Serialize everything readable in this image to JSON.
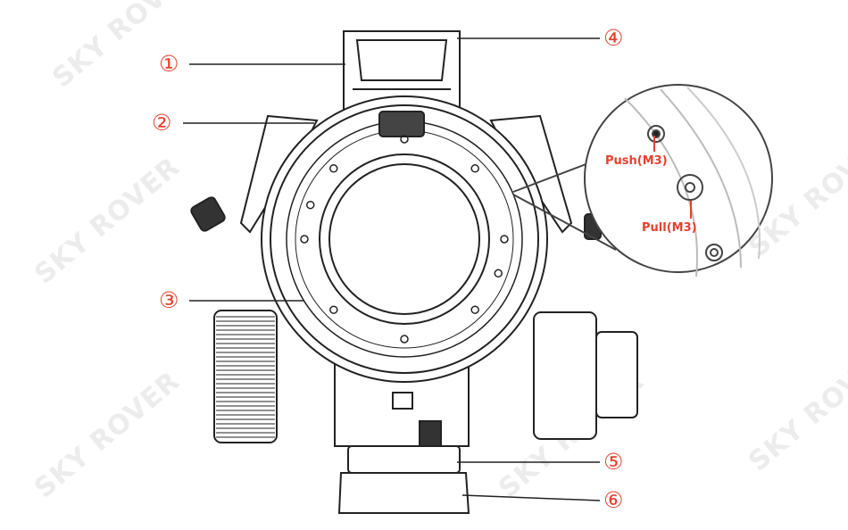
{
  "watermark": "SKY ROVER",
  "callouts": [
    "①",
    "②",
    "③",
    "④",
    "⑤",
    "⑥"
  ],
  "inset": {
    "push_label": "Push(M3)",
    "pull_label": "Pull(M3)"
  },
  "colors": {
    "accent": "#e5412d",
    "line": "#222222",
    "watermark": "#ececec"
  }
}
